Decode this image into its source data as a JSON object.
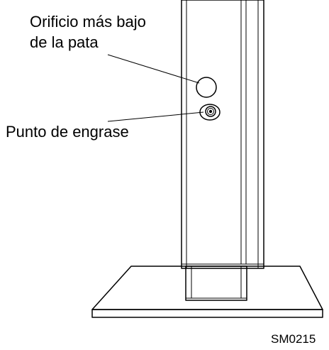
{
  "labels": {
    "lowest_hole_line1": "Orificio más bajo",
    "lowest_hole_line2": "de la pata",
    "grease_point": "Punto de engrase"
  },
  "figure_id": "SM0215",
  "colors": {
    "ink": "#000000",
    "background": "#ffffff"
  }
}
